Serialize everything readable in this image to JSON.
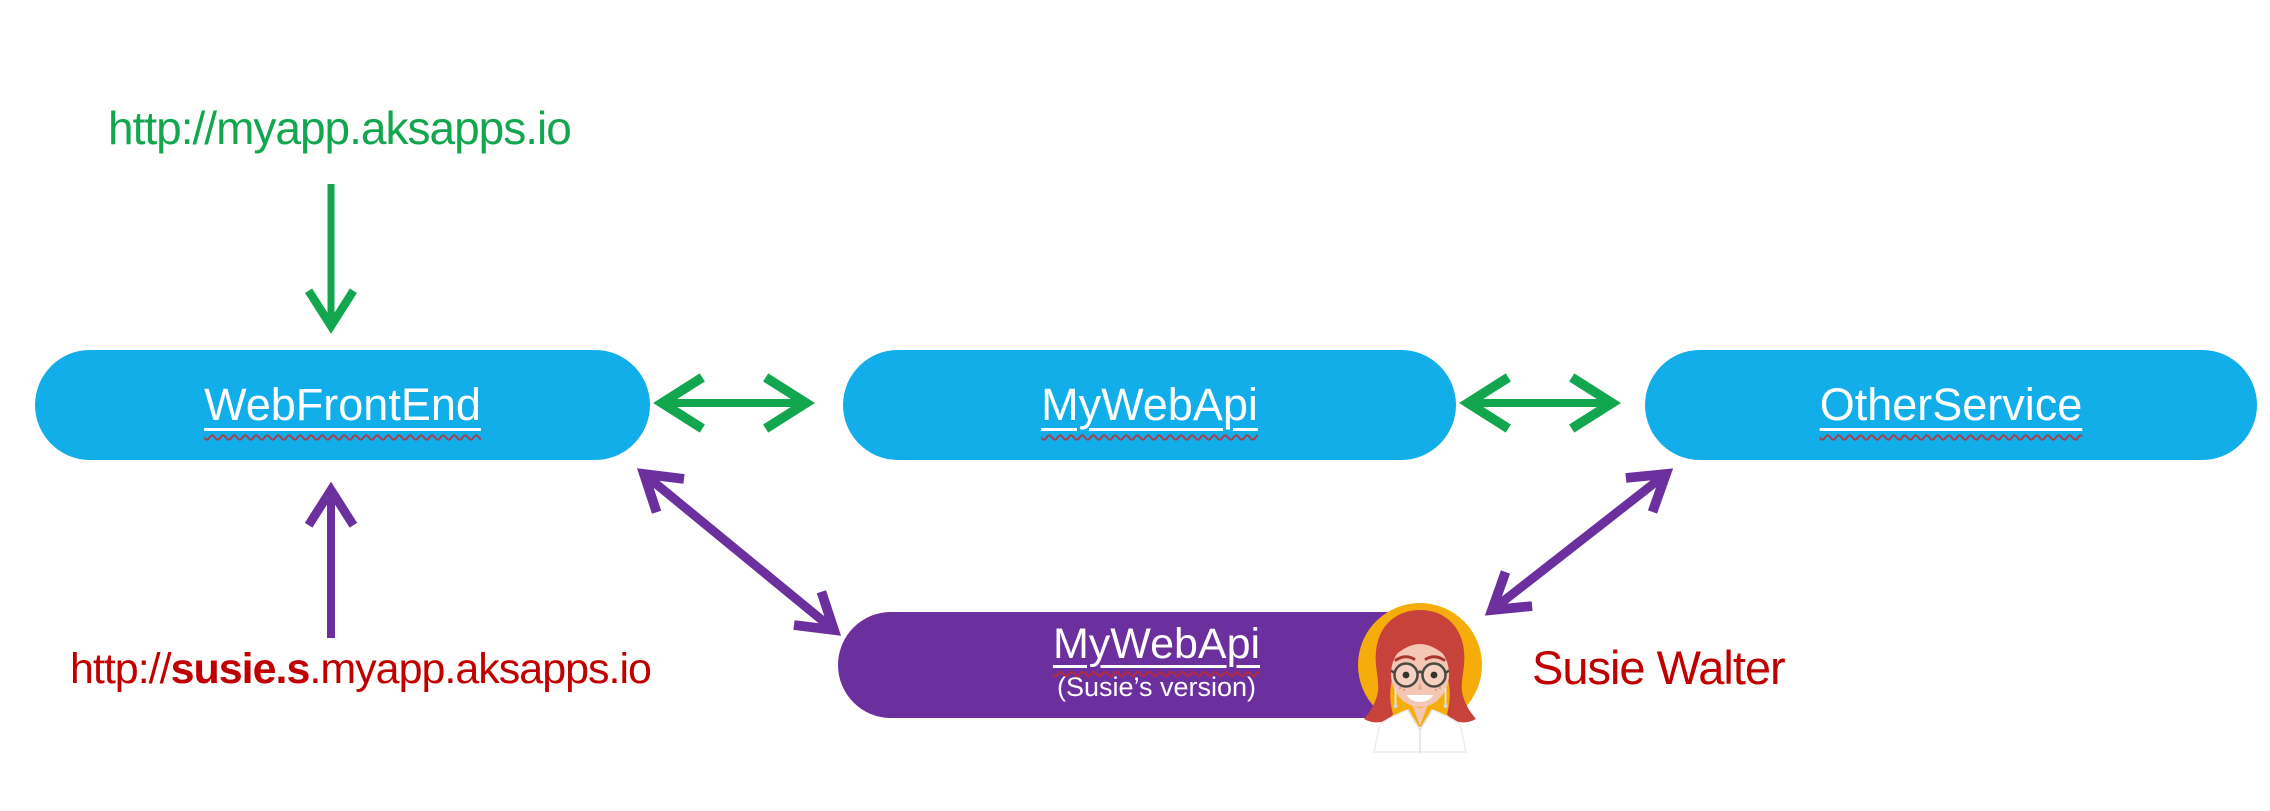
{
  "diagram": {
    "description": "Service routing diagram with a developer's isolated version of MyWebApi",
    "background": "#FFFFFF"
  },
  "colors": {
    "green": "#12A74F",
    "blue": "#12AEE9",
    "purple": "#6C309E",
    "red": "#C00000",
    "avatar_yellow": "#F6AD0B",
    "node_text": "#FFFFFF"
  },
  "annotations": {
    "public_url": "http://myapp.aksapps.io",
    "susie_url": {
      "prefix": "http://",
      "highlight": "susie.s",
      "rest": ".myapp.aksapps.io"
    },
    "susie_name": "Susie Walter"
  },
  "services": {
    "webfrontend": {
      "label": "WebFrontEnd"
    },
    "mywebapi": {
      "label": "MyWebApi"
    },
    "otherservice": {
      "label": "OtherService"
    },
    "mywebapi_susie": {
      "label": "MyWebApi",
      "sublabel": "(Susie’s version)"
    }
  },
  "connections": [
    {
      "from": "public_url",
      "to": "webfrontend",
      "style": "green-single-arrow"
    },
    {
      "from": "webfrontend",
      "to": "mywebapi",
      "style": "green-double-arrow"
    },
    {
      "from": "mywebapi",
      "to": "otherservice",
      "style": "green-double-arrow"
    },
    {
      "from": "susie_url",
      "to": "webfrontend",
      "style": "purple-single-arrow"
    },
    {
      "from": "webfrontend",
      "to": "mywebapi_susie",
      "style": "purple-double-arrow"
    },
    {
      "from": "mywebapi_susie",
      "to": "otherservice",
      "style": "purple-double-arrow"
    }
  ],
  "icons": {
    "avatar": "susie-avatar"
  }
}
